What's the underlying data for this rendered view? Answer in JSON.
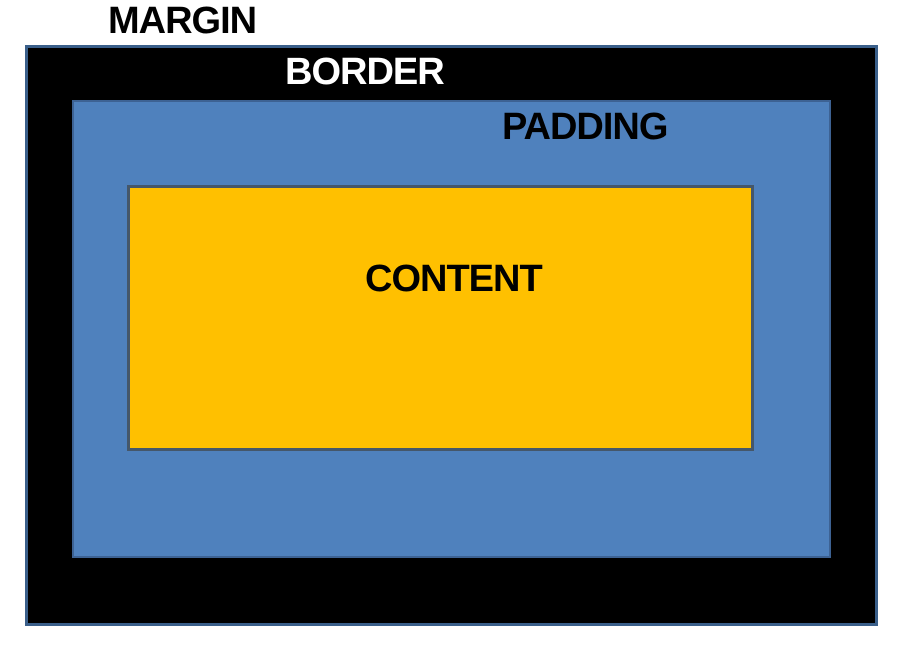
{
  "diagram": {
    "type": "box-model",
    "regions": {
      "margin": {
        "label": "MARGIN",
        "bg": "#ffffff",
        "text_color": "#000000"
      },
      "border": {
        "label": "BORDER",
        "bg": "#000000",
        "outline": "#3a5f8a",
        "text_color": "#ffffff"
      },
      "padding": {
        "label": "PADDING",
        "bg": "#4f81bd",
        "outline": "#3d6293",
        "text_color": "#000000"
      },
      "content": {
        "label": "CONTENT",
        "bg": "#ffc000",
        "outline": "#45576a",
        "text_color": "#000000"
      }
    }
  }
}
